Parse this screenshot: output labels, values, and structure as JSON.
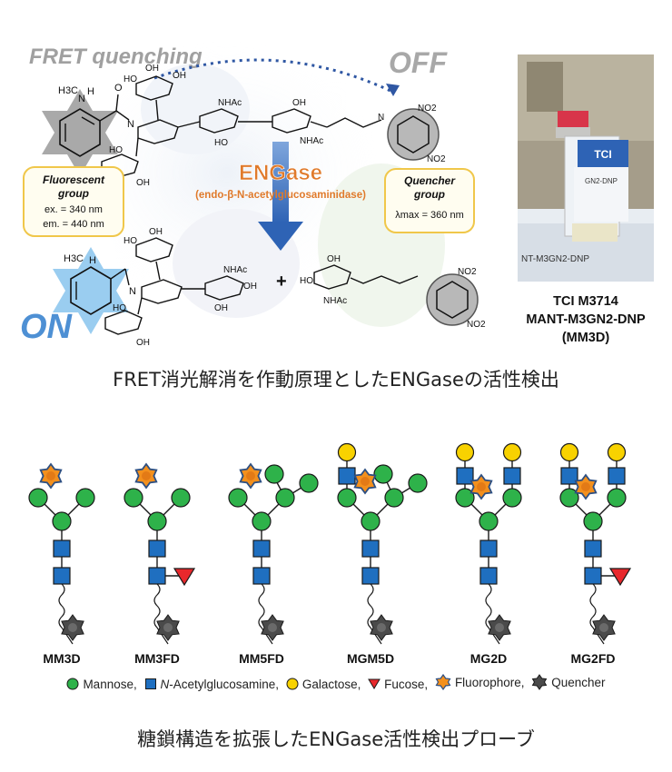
{
  "top_figure": {
    "fret_quenching": "FRET quenching",
    "off_label": "OFF",
    "on_label": "ON",
    "enzyme_name": "ENGase",
    "enzyme_full_name": "(endo-β-N-acetylglucosaminidase)",
    "fluorescent_group": {
      "title_line1": "Fluorescent",
      "title_line2": "group",
      "ex": "ex. = 340 nm",
      "em": "em. = 440 nm"
    },
    "quencher_group": {
      "title_line1": "Quencher",
      "title_line2": "group",
      "lambda": "λmax = 360 nm"
    },
    "chem_labels": {
      "oh": "OH",
      "ho": "HO",
      "nhac": "NHAc",
      "no2": "NO2",
      "h3c": "H3C",
      "h": "H",
      "n": "N",
      "o": "O",
      "plus": "+"
    }
  },
  "product": {
    "vial_text_1": "TCI",
    "vial_text_2": "GN2-DNP",
    "vial_text_3": "NT-M3GN2-DNP",
    "label_line1": "TCI M3714",
    "label_line2": "MANT-M3GN2-DNP",
    "label_line3": "(MM3D)"
  },
  "caption1": "FRET消光解消を作動原理としたENGaseの活性検出",
  "glycans": [
    {
      "name": "MM3D"
    },
    {
      "name": "MM3FD"
    },
    {
      "name": "MM5FD"
    },
    {
      "name": "MGM5D"
    },
    {
      "name": "MG2D"
    },
    {
      "name": "MG2FD"
    }
  ],
  "legend": {
    "mannose": "Mannose,",
    "glcnac_prefix": "N",
    "glcnac": "-Acetylglucosamine,",
    "galactose": "Galactose,",
    "fucose": "Fucose,",
    "fluorophore": "Fluorophore,",
    "quencher": "Quencher"
  },
  "caption2": "糖鎖構造を拡張したENGase活性検出プローブ",
  "colors": {
    "mannose": "#2eb24a",
    "glcnac": "#1f6fc0",
    "galactose": "#f8d200",
    "fucose": "#e8282c",
    "fluorophore": "#f3901d",
    "quencher": "#4a4a4a",
    "arrow": "#3b73c4",
    "enzyme": "#e07a2b"
  }
}
